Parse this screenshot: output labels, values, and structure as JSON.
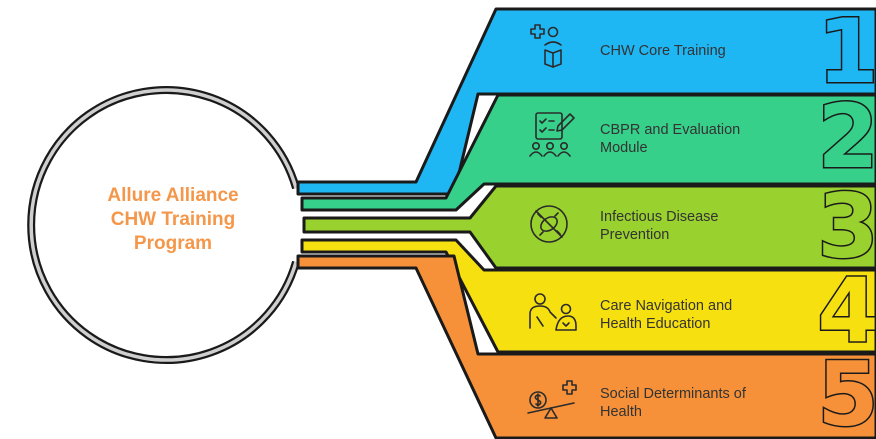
{
  "center": {
    "lines": [
      "Allure Alliance",
      "CHW Training",
      "Program"
    ],
    "color": "#f5974a"
  },
  "items": [
    {
      "number": "1",
      "lines": [
        "CHW Core Training"
      ],
      "icon": "health-learning-icon",
      "color": "#1fb6f4"
    },
    {
      "number": "2",
      "lines": [
        "CBPR and Evaluation",
        "Module"
      ],
      "icon": "checklist-group-icon",
      "color": "#36d08a"
    },
    {
      "number": "3",
      "lines": [
        "Infectious Disease",
        "Prevention"
      ],
      "icon": "no-germ-icon",
      "color": "#99d12e"
    },
    {
      "number": "4",
      "lines": [
        "Care Navigation and",
        "Health Education"
      ],
      "icon": "caregiver-icon",
      "color": "#f7e010"
    },
    {
      "number": "5",
      "lines": [
        "Social Determinants of",
        "Health"
      ],
      "icon": "money-health-balance-icon",
      "color": "#f6913a"
    }
  ]
}
